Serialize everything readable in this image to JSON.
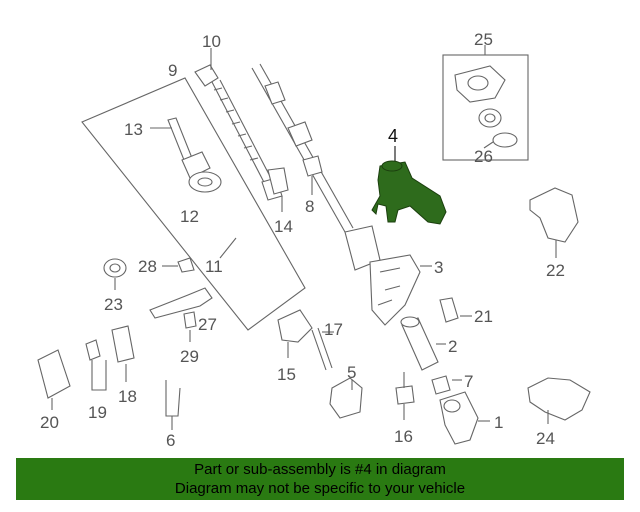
{
  "diagram": {
    "callouts": [
      "1",
      "2",
      "3",
      "4",
      "5",
      "6",
      "7",
      "8",
      "9",
      "10",
      "11",
      "12",
      "13",
      "14",
      "15",
      "16",
      "17",
      "19",
      "18",
      "20",
      "21",
      "22",
      "23",
      "24",
      "25",
      "26",
      "27",
      "28",
      "29"
    ],
    "highlighted_part": "4"
  },
  "banner": {
    "line1": "Part or sub-assembly is #4 in diagram",
    "line2": "Diagram may not be specific to your vehicle",
    "background": "#2a7a12"
  },
  "colors": {
    "highlight": "#2e6b1c",
    "linework": "#666666"
  }
}
